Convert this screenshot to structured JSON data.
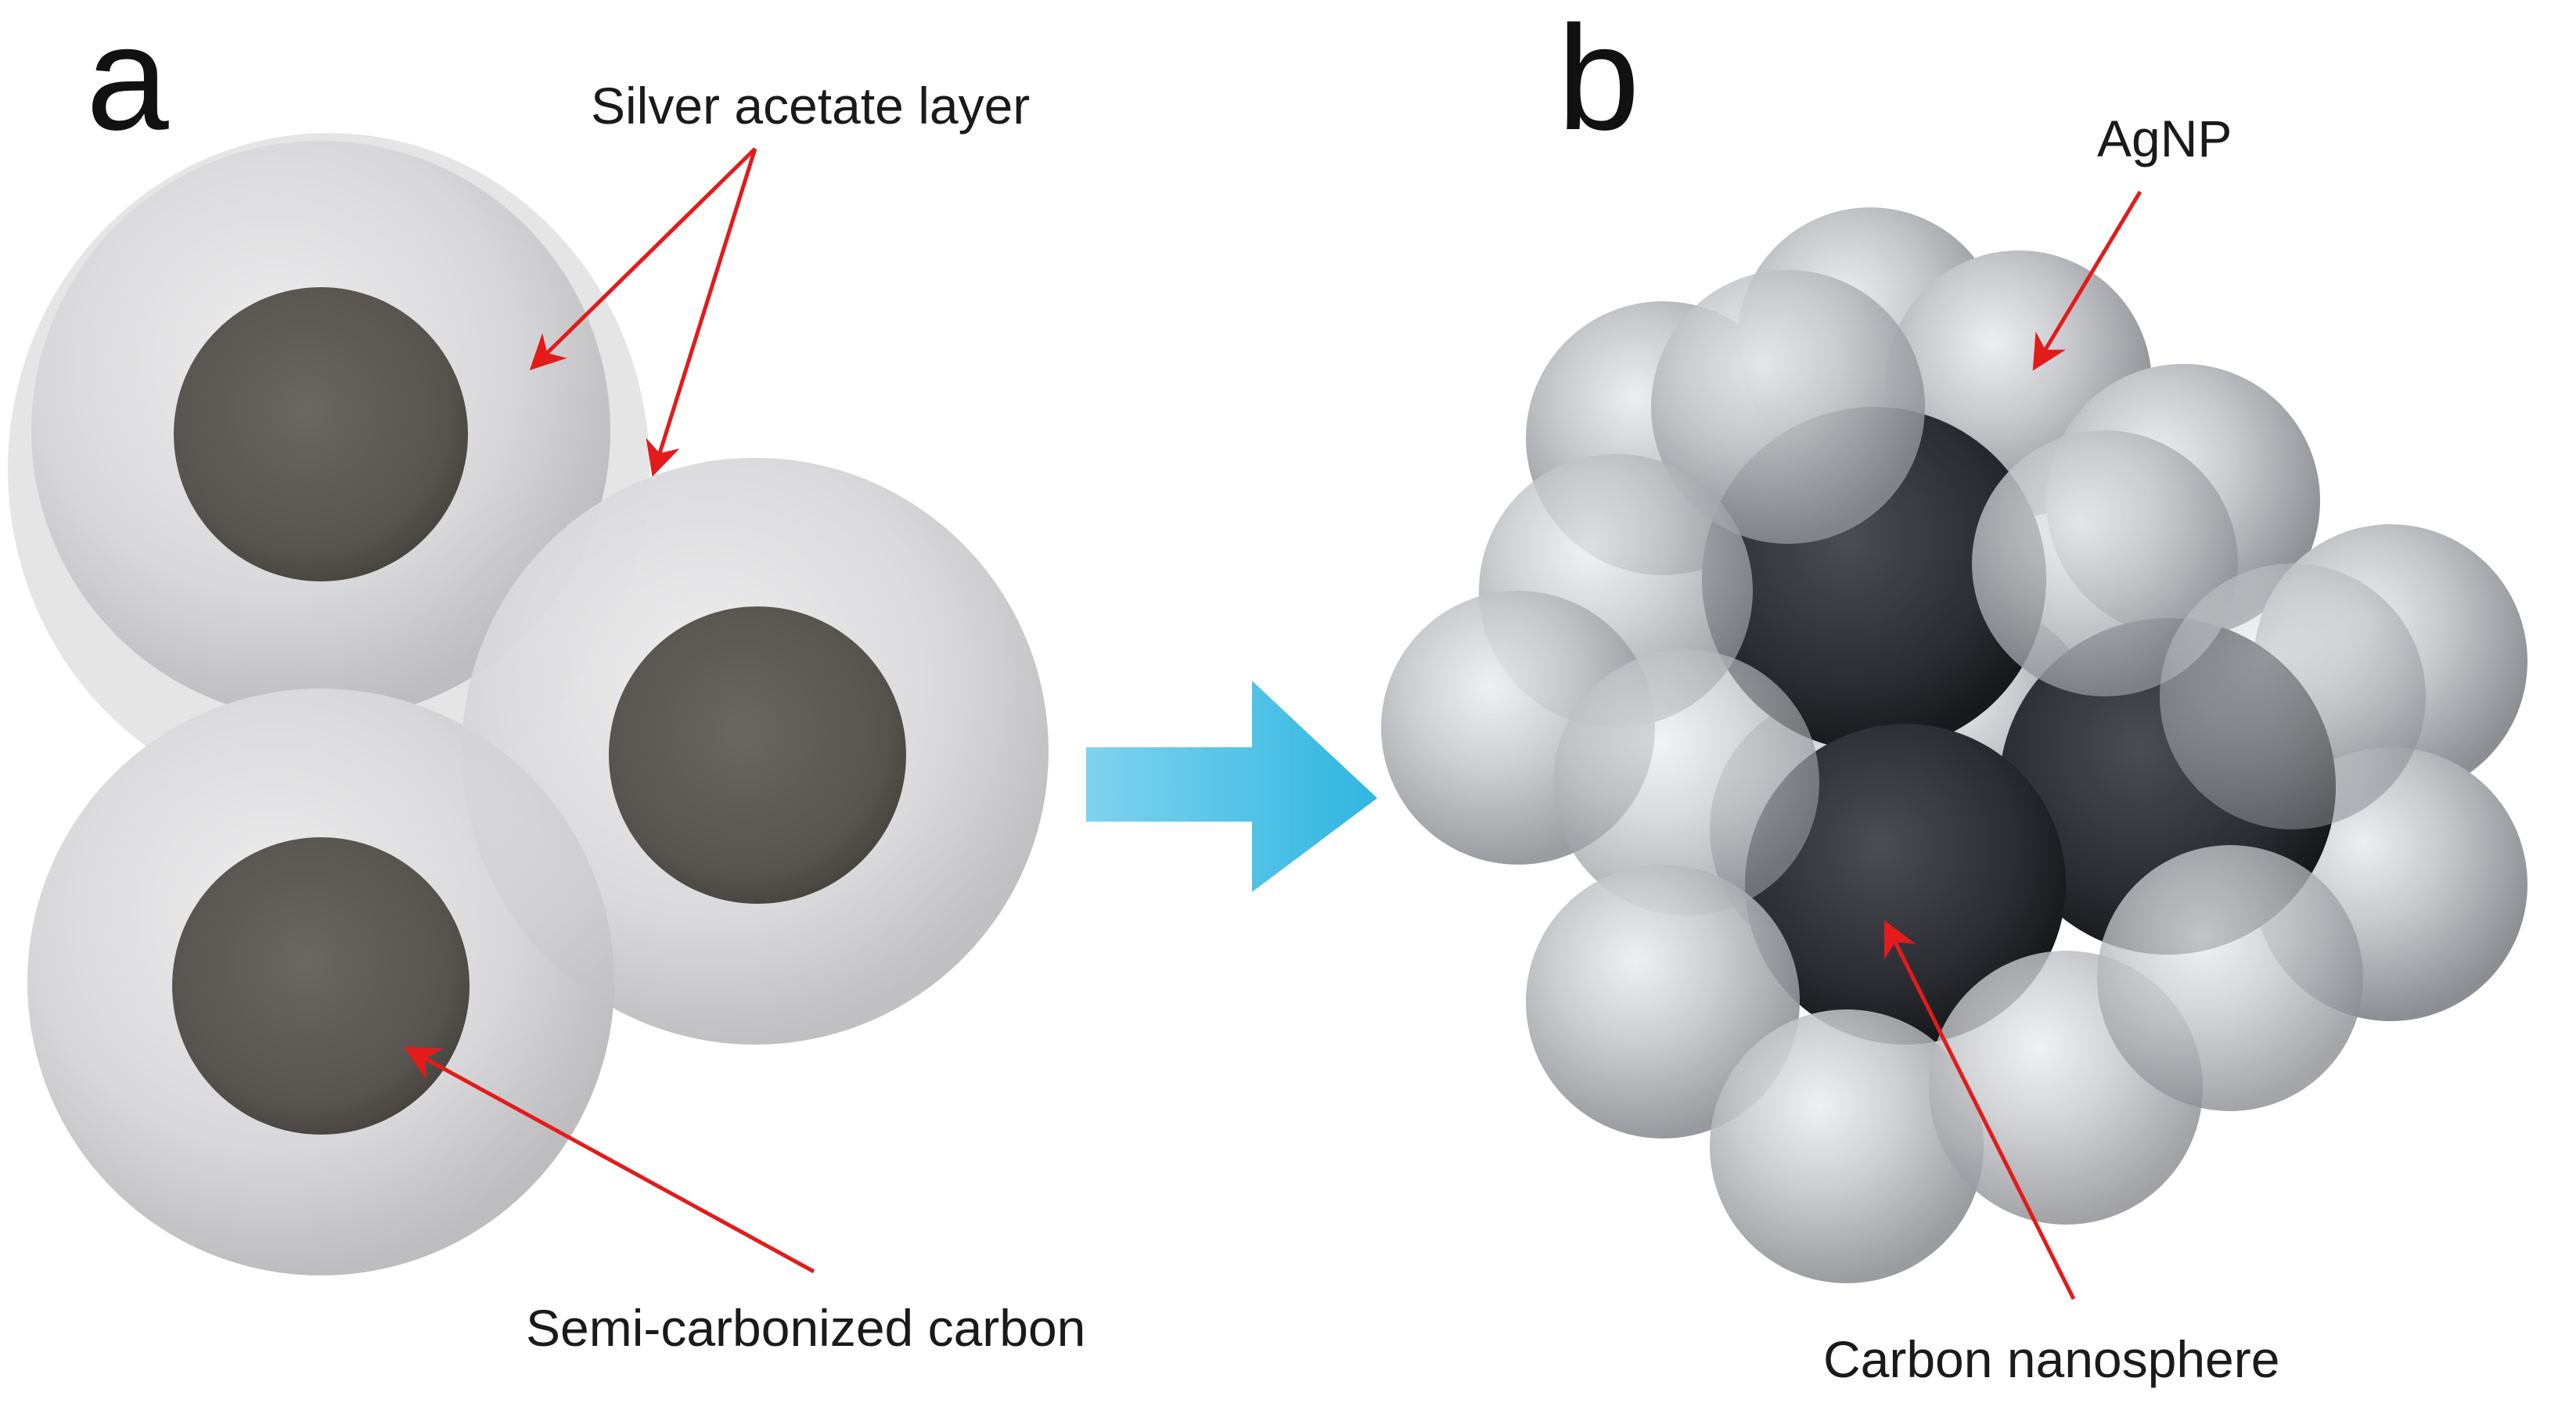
{
  "panel_a": {
    "letter": "a",
    "labels": {
      "shell": "Silver acetate layer",
      "core": "Semi-carbonized carbon"
    }
  },
  "panel_b": {
    "letter": "b",
    "labels": {
      "particle": "AgNP",
      "core": "Carbon nanosphere"
    }
  },
  "colors": {
    "pointer_arrow": "#e31b1b",
    "transition_arrow": "#3fbde3",
    "shell": "#d4d4d6",
    "semi_carbon_core": "#5d5a56",
    "carbon_nanosphere": "#2b2d31",
    "silver_nanoparticle": "#bfc0c4"
  },
  "icons": {
    "transition": "right-arrow-icon",
    "pointer": "red-pointer-arrow"
  }
}
